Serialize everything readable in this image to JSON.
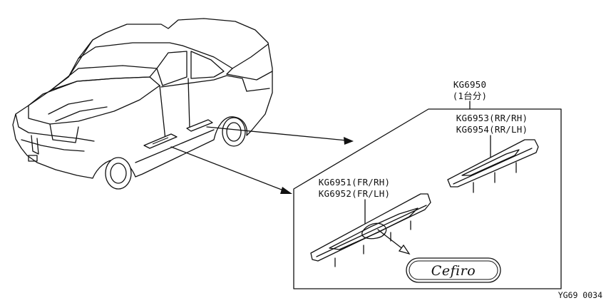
{
  "diagram": {
    "kit": {
      "code": "KG6950",
      "note": "(1台分)"
    },
    "rear": {
      "rh": "KG6953(RR/RH)",
      "lh": "KG6954(RR/LH)"
    },
    "front": {
      "rh": "KG6951(FR/RH)",
      "lh": "KG6952(FR/LH)"
    },
    "emblem": "Cefiro",
    "figure_code": "YG69 0034"
  }
}
